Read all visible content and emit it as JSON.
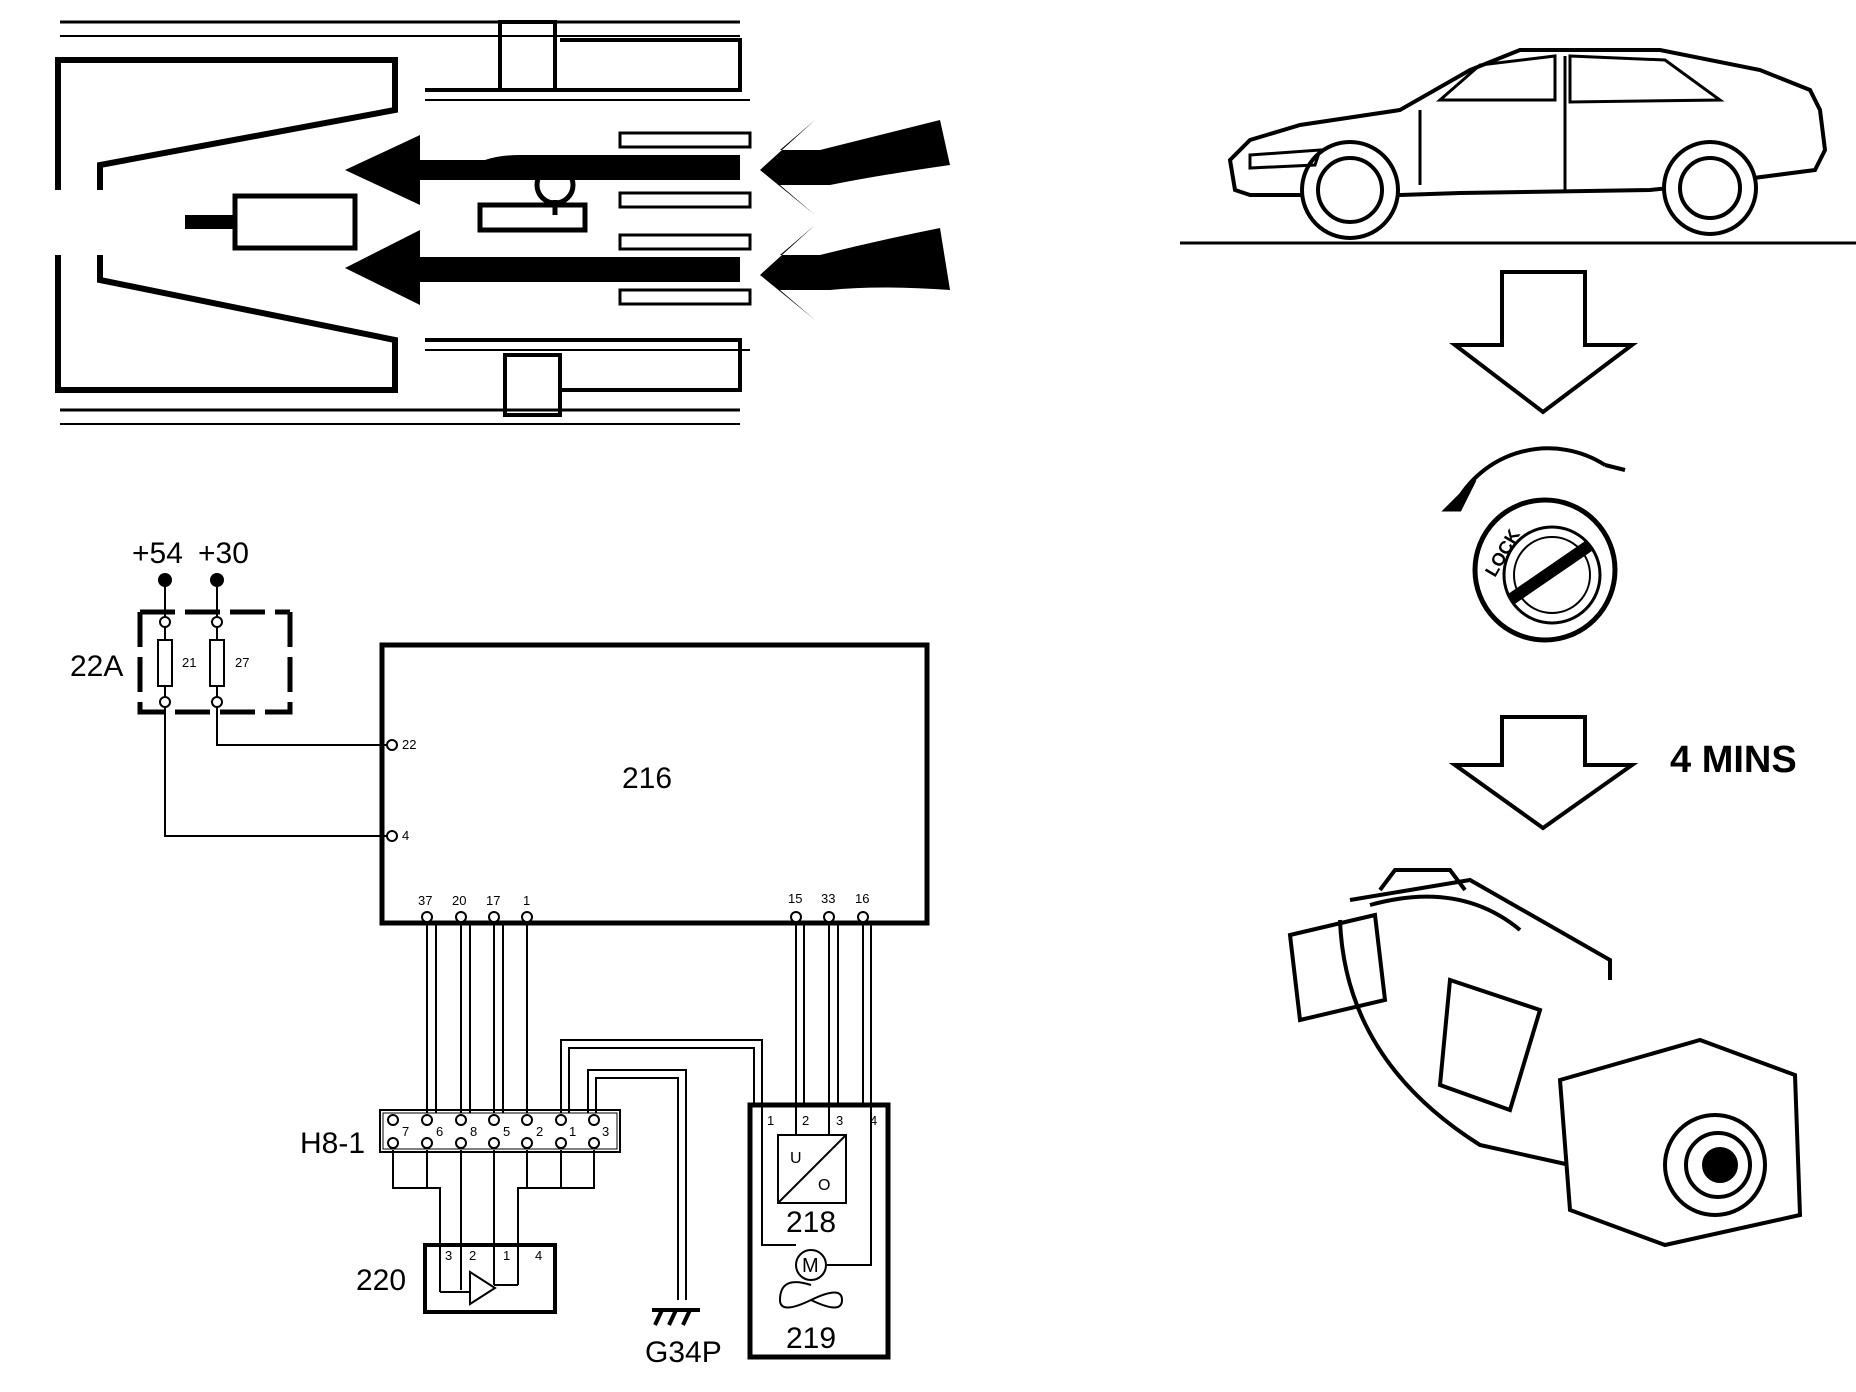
{
  "top_labels": {
    "plus54": "+54",
    "plus30": "+30"
  },
  "fuse_box": {
    "label": "22A",
    "fuse_a": "21",
    "fuse_b": "27"
  },
  "ecu": {
    "label": "216",
    "pin_22": "22",
    "pin_4": "4",
    "pins_left": [
      "37",
      "20",
      "17",
      "1"
    ],
    "pins_right": [
      "15",
      "33",
      "16"
    ]
  },
  "connector": {
    "label": "H8-1",
    "pins": [
      "7",
      "6",
      "8",
      "5",
      "2",
      "1",
      "3"
    ]
  },
  "amplifier": {
    "label": "220",
    "pins": [
      "3",
      "2",
      "1",
      "4"
    ]
  },
  "module": {
    "label_218": "218",
    "label_219": "219",
    "pins": [
      "1",
      "2",
      "3",
      "4"
    ],
    "u": "U",
    "o": "O",
    "m": "M"
  },
  "ground": {
    "label": "G34P"
  },
  "lock": {
    "text": "LOCK"
  },
  "time": {
    "text": "4 MINS"
  }
}
